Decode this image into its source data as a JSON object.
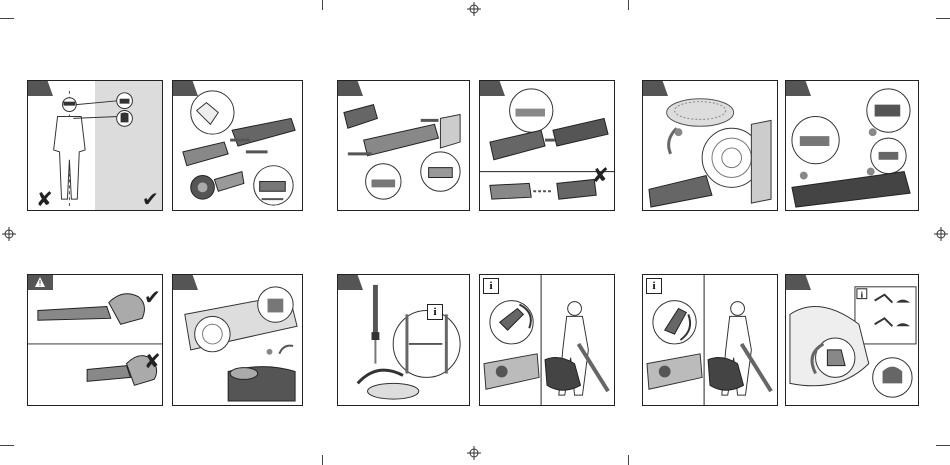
{
  "info_symbol": "i",
  "symbols": {
    "correct": "✔",
    "incorrect": "✘"
  },
  "colors": {
    "tab": "#555555",
    "panel_border": "#222222",
    "shade": "#dcdcdc"
  },
  "steps": [
    "step-1",
    "step-2",
    "step-3",
    "step-4",
    "step-5",
    "step-6",
    "step-7",
    "step-8",
    "step-9",
    "step-10",
    "step-11",
    "step-12"
  ]
}
